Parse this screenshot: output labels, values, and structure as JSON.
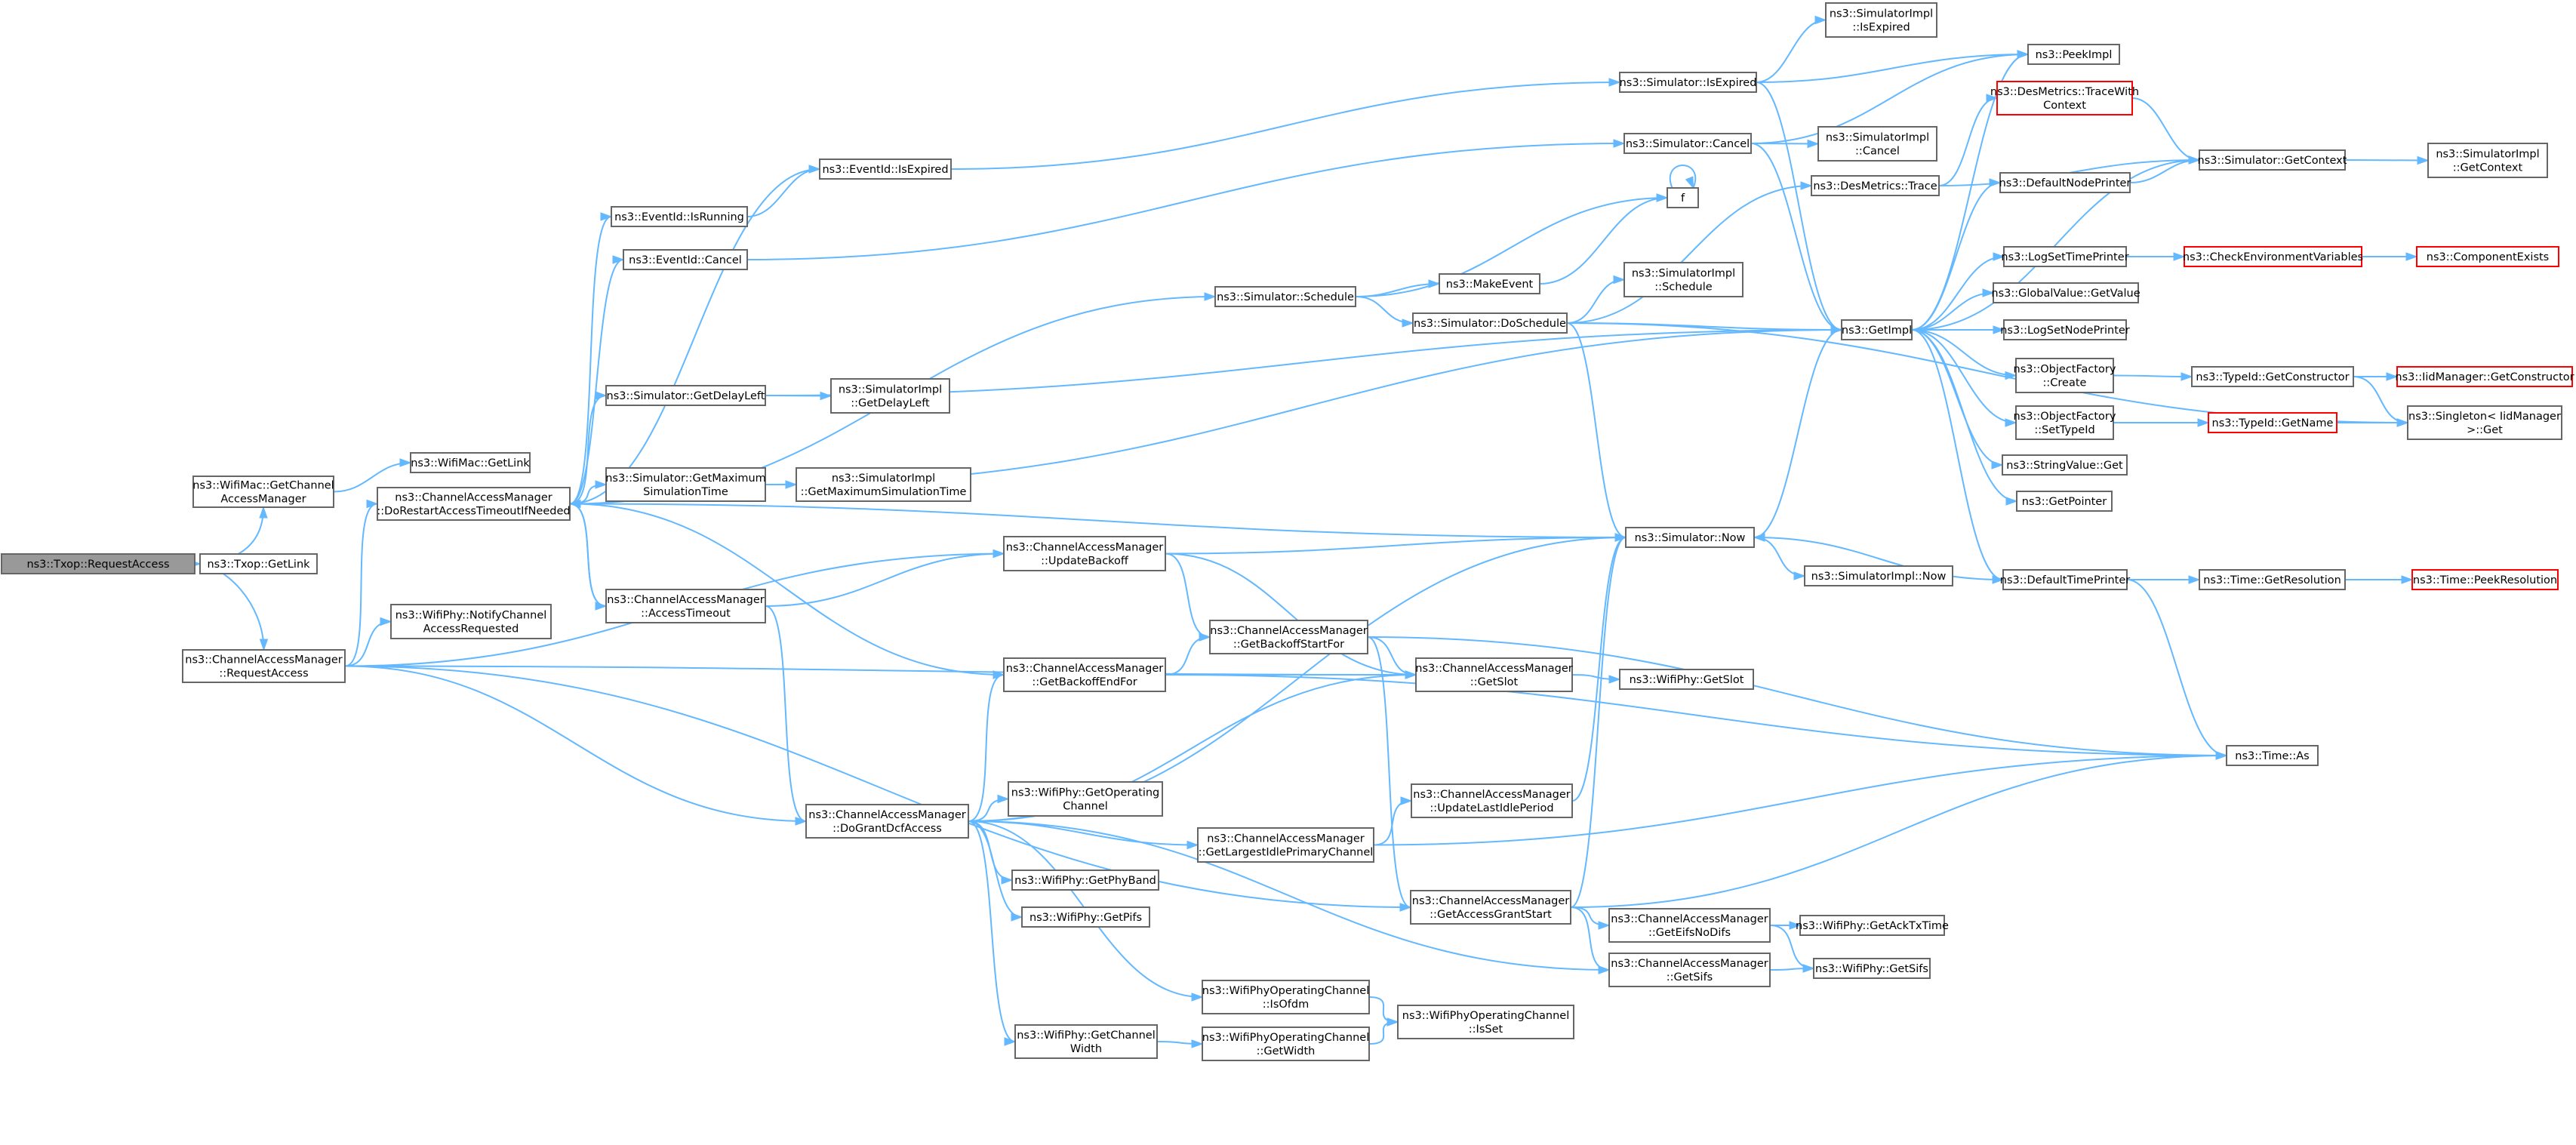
{
  "diagram": {
    "type": "call-graph",
    "colors": {
      "edge": "#63b8ff",
      "node_border": "#666666",
      "node_fill": "#ffffff",
      "root_fill": "#999999",
      "truncated_border": "#ff0000"
    },
    "nodes": [
      {
        "id": "root",
        "lines": [
          "ns3::Txop::RequestAccess"
        ],
        "style": "root"
      },
      {
        "id": "getcam",
        "lines": [
          "ns3::WifiMac::GetChannel",
          "AccessManager"
        ]
      },
      {
        "id": "txopgetlink",
        "lines": [
          "ns3::Txop::GetLink"
        ]
      },
      {
        "id": "cmrequest",
        "lines": [
          "ns3::ChannelAccessManager",
          "::RequestAccess"
        ]
      },
      {
        "id": "macgetlink",
        "lines": [
          "ns3::WifiMac::GetLink"
        ]
      },
      {
        "id": "dorestart",
        "lines": [
          "ns3::ChannelAccessManager",
          "::DoRestartAccessTimeoutIfNeeded"
        ]
      },
      {
        "id": "notify",
        "lines": [
          "ns3::WifiPhy::NotifyChannel",
          "AccessRequested"
        ]
      },
      {
        "id": "isrunning",
        "lines": [
          "ns3::EventId::IsRunning"
        ]
      },
      {
        "id": "eventcancel",
        "lines": [
          "ns3::EventId::Cancel"
        ]
      },
      {
        "id": "eventexpired",
        "lines": [
          "ns3::EventId::IsExpired"
        ]
      },
      {
        "id": "getdelayleft",
        "lines": [
          "ns3::Simulator::GetDelayLeft"
        ]
      },
      {
        "id": "simimpldelay",
        "lines": [
          "ns3::SimulatorImpl",
          "::GetDelayLeft"
        ]
      },
      {
        "id": "getmaxsim",
        "lines": [
          "ns3::Simulator::GetMaximum",
          "SimulationTime"
        ]
      },
      {
        "id": "simimplmax",
        "lines": [
          "ns3::SimulatorImpl",
          "::GetMaximumSimulationTime"
        ]
      },
      {
        "id": "accesstimeout",
        "lines": [
          "ns3::ChannelAccessManager",
          "::AccessTimeout"
        ]
      },
      {
        "id": "updatebackoff",
        "lines": [
          "ns3::ChannelAccessManager",
          "::UpdateBackoff"
        ]
      },
      {
        "id": "backoffend",
        "lines": [
          "ns3::ChannelAccessManager",
          "::GetBackoffEndFor"
        ]
      },
      {
        "id": "backoffstart",
        "lines": [
          "ns3::ChannelAccessManager",
          "::GetBackoffStartFor"
        ]
      },
      {
        "id": "getslot",
        "lines": [
          "ns3::ChannelAccessManager",
          "::GetSlot"
        ]
      },
      {
        "id": "phygetslot",
        "lines": [
          "ns3::WifiPhy::GetSlot"
        ]
      },
      {
        "id": "dogrant",
        "lines": [
          "ns3::ChannelAccessManager",
          "::DoGrantDcfAccess"
        ]
      },
      {
        "id": "getopchannel",
        "lines": [
          "ns3::WifiPhy::GetOperating",
          "Channel"
        ]
      },
      {
        "id": "largestidle",
        "lines": [
          "ns3::ChannelAccessManager",
          "::GetLargestIdlePrimaryChannel"
        ]
      },
      {
        "id": "updatelastidle",
        "lines": [
          "ns3::ChannelAccessManager",
          "::UpdateLastIdlePeriod"
        ]
      },
      {
        "id": "getphyband",
        "lines": [
          "ns3::WifiPhy::GetPhyBand"
        ]
      },
      {
        "id": "getpifs",
        "lines": [
          "ns3::WifiPhy::GetPifs"
        ]
      },
      {
        "id": "grantstart",
        "lines": [
          "ns3::ChannelAccessManager",
          "::GetAccessGrantStart"
        ]
      },
      {
        "id": "eifsnodifs",
        "lines": [
          "ns3::ChannelAccessManager",
          "::GetEifsNoDifs"
        ]
      },
      {
        "id": "getacktx",
        "lines": [
          "ns3::WifiPhy::GetAckTxTime"
        ]
      },
      {
        "id": "cmgetsifs",
        "lines": [
          "ns3::ChannelAccessManager",
          "::GetSifs"
        ]
      },
      {
        "id": "phygetsifs",
        "lines": [
          "ns3::WifiPhy::GetSifs"
        ]
      },
      {
        "id": "isofdm",
        "lines": [
          "ns3::WifiPhyOperatingChannel",
          "::IsOfdm"
        ]
      },
      {
        "id": "isset",
        "lines": [
          "ns3::WifiPhyOperatingChannel",
          "::IsSet"
        ]
      },
      {
        "id": "getchanwidth",
        "lines": [
          "ns3::WifiPhy::GetChannel",
          "Width"
        ]
      },
      {
        "id": "opgetwidth",
        "lines": [
          "ns3::WifiPhyOperatingChannel",
          "::GetWidth"
        ]
      },
      {
        "id": "simschedule",
        "lines": [
          "ns3::Simulator::Schedule"
        ]
      },
      {
        "id": "makeevent",
        "lines": [
          "ns3::MakeEvent"
        ]
      },
      {
        "id": "f",
        "lines": [
          "f"
        ]
      },
      {
        "id": "doschedule",
        "lines": [
          "ns3::Simulator::DoSchedule"
        ]
      },
      {
        "id": "simimplschedule",
        "lines": [
          "ns3::SimulatorImpl",
          "::Schedule"
        ]
      },
      {
        "id": "simcancel",
        "lines": [
          "ns3::Simulator::Cancel"
        ]
      },
      {
        "id": "simimplcancel",
        "lines": [
          "ns3::SimulatorImpl",
          "::Cancel"
        ]
      },
      {
        "id": "simisexpired",
        "lines": [
          "ns3::Simulator::IsExpired"
        ]
      },
      {
        "id": "simimplisexpired",
        "lines": [
          "ns3::SimulatorImpl",
          "::IsExpired"
        ]
      },
      {
        "id": "simnow",
        "lines": [
          "ns3::Simulator::Now"
        ]
      },
      {
        "id": "simimplnow",
        "lines": [
          "ns3::SimulatorImpl::Now"
        ]
      },
      {
        "id": "destrace",
        "lines": [
          "ns3::DesMetrics::Trace"
        ]
      },
      {
        "id": "getimpl",
        "lines": [
          "ns3::GetImpl"
        ]
      },
      {
        "id": "peekimpl",
        "lines": [
          "ns3::PeekImpl"
        ]
      },
      {
        "id": "tracewithctx",
        "lines": [
          "ns3::DesMetrics::TraceWith",
          "Context"
        ],
        "style": "trunc"
      },
      {
        "id": "getcontext",
        "lines": [
          "ns3::Simulator::GetContext"
        ]
      },
      {
        "id": "simimplgetctx",
        "lines": [
          "ns3::SimulatorImpl",
          "::GetContext"
        ]
      },
      {
        "id": "defnodeprinter",
        "lines": [
          "ns3::DefaultNodePrinter"
        ]
      },
      {
        "id": "logsettime",
        "lines": [
          "ns3::LogSetTimePrinter"
        ]
      },
      {
        "id": "checkenv",
        "lines": [
          "ns3::CheckEnvironmentVariables"
        ],
        "style": "trunc"
      },
      {
        "id": "compexists",
        "lines": [
          "ns3::ComponentExists"
        ],
        "style": "trunc"
      },
      {
        "id": "globalvalue",
        "lines": [
          "ns3::GlobalValue::GetValue"
        ]
      },
      {
        "id": "logsetnode",
        "lines": [
          "ns3::LogSetNodePrinter"
        ]
      },
      {
        "id": "objfcreate",
        "lines": [
          "ns3::ObjectFactory",
          "::Create"
        ]
      },
      {
        "id": "typeidgetctor",
        "lines": [
          "ns3::TypeId::GetConstructor"
        ]
      },
      {
        "id": "iidgetctor",
        "lines": [
          "ns3::IidManager::GetConstructor"
        ],
        "style": "trunc"
      },
      {
        "id": "objfsettypeid",
        "lines": [
          "ns3::ObjectFactory",
          "::SetTypeId"
        ]
      },
      {
        "id": "typeidgetname",
        "lines": [
          "ns3::TypeId::GetName"
        ],
        "style": "trunc"
      },
      {
        "id": "singleton",
        "lines": [
          "ns3::Singleton< IidManager",
          " >::Get"
        ]
      },
      {
        "id": "stringget",
        "lines": [
          "ns3::StringValue::Get"
        ]
      },
      {
        "id": "getpointer",
        "lines": [
          "ns3::GetPointer"
        ]
      },
      {
        "id": "deftimeprinter",
        "lines": [
          "ns3::DefaultTimePrinter"
        ]
      },
      {
        "id": "timegetres",
        "lines": [
          "ns3::Time::GetResolution"
        ]
      },
      {
        "id": "timepeekres",
        "lines": [
          "ns3::Time::PeekResolution"
        ],
        "style": "trunc"
      },
      {
        "id": "timeas",
        "lines": [
          "ns3::Time::As"
        ]
      }
    ]
  }
}
